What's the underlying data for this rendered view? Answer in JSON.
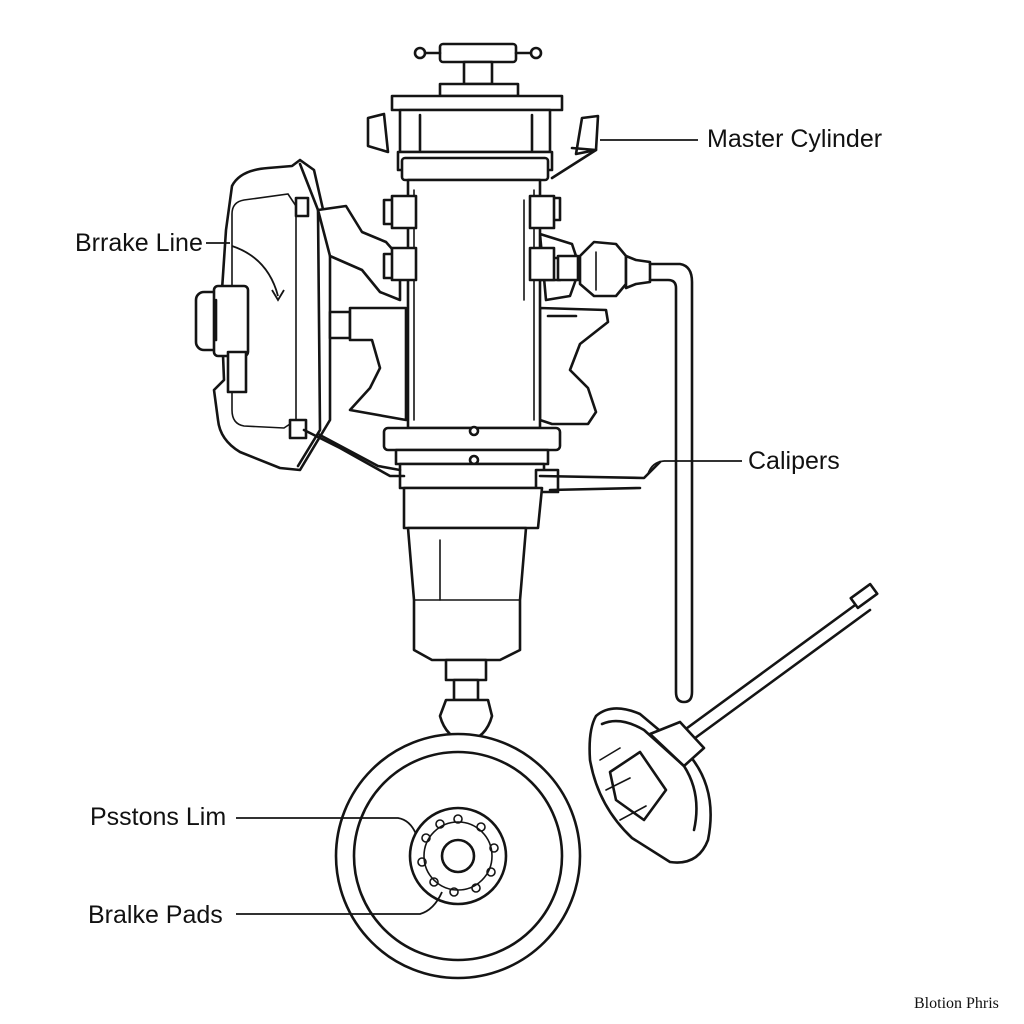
{
  "labels": {
    "master_cylinder": "Master Cylinder",
    "brake_line": "Brrake Line",
    "calipers": "Calipers",
    "pistons": "Psstons Lim",
    "brake_pads": "Bralke Pads"
  },
  "credit": "Blotion Phris",
  "colors": {
    "ink": "#141414",
    "background": "#ffffff"
  }
}
